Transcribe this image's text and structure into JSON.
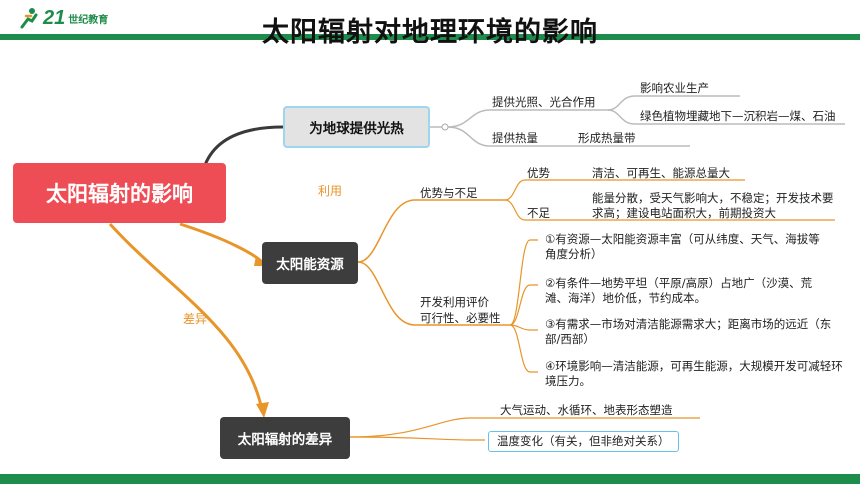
{
  "title": "太阳辐射对地理环境的影响",
  "logo": {
    "number": "21",
    "text": "世纪教育"
  },
  "root": "太阳辐射的影响",
  "edge_labels": {
    "use": "利用",
    "difference": "差异"
  },
  "branch_light_heat": {
    "node": "为地球提供光热",
    "items": [
      {
        "label": "提供光照、光合作用",
        "children": [
          "影响农业生产",
          "绿色植物埋藏地下—沉积岩—煤、石油"
        ]
      },
      {
        "label": "提供热量",
        "children": [
          "形成热量带"
        ]
      }
    ]
  },
  "branch_energy": {
    "node": "太阳能资源",
    "pros_cons": {
      "label": "优势与不足",
      "advantage": {
        "label": "优势",
        "text": "清洁、可再生、能源总量大"
      },
      "shortage": {
        "label": "不足",
        "text": "能量分散，受天气影响大，不稳定；开发技术要求高；建设电站面积大，前期投资大"
      }
    },
    "evaluation": {
      "label_line1": "开发利用评价",
      "label_line2": "可行性、必要性",
      "items": [
        "①有资源—太阳能资源丰富（可从纬度、天气、海拔等角度分析）",
        "②有条件—地势平坦（平原/高原）占地广（沙漠、荒滩、海洋）地价低，节约成本。",
        "③有需求—市场对清洁能源需求大；距离市场的远近（东部/西部）",
        "④环境影响—清洁能源，可再生能源，大规模开发可减轻环境压力。"
      ]
    }
  },
  "branch_difference": {
    "node": "太阳辐射的差异",
    "items": [
      "大气运动、水循环、地表形态塑造",
      "温度变化（有关，但非绝对关系）"
    ]
  },
  "colors": {
    "root": "#ef4d56",
    "dark_node": "#3d3d3d",
    "connector": "#e8952a",
    "accent": "#6bc1e5",
    "bar": "#1e8c4a"
  }
}
